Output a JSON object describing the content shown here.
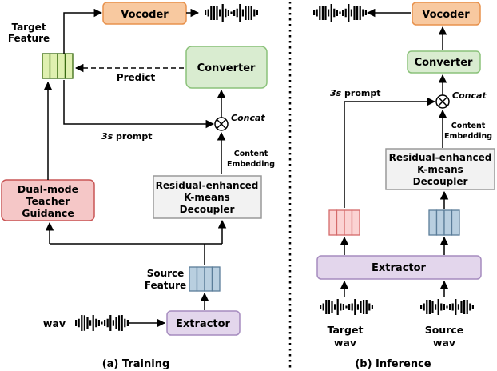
{
  "colors": {
    "vocoder_fill": "#f8c9a0",
    "vocoder_stroke": "#e8924d",
    "converter_fill": "#d9ecd0",
    "converter_stroke": "#8bc27a",
    "target_fill": "#dff0b0",
    "target_stroke": "#3a6b12",
    "teacher_fill": "#f5c7c7",
    "teacher_stroke": "#c95757",
    "decoupler_fill": "#f2f2f2",
    "decoupler_stroke": "#999999",
    "extractor_fill": "#e3d6ec",
    "extractor_stroke": "#a68cbf",
    "source_fill": "#b9cfe0",
    "source_stroke": "#5b7d99",
    "target_inf_fill": "#fbd3d3",
    "target_inf_stroke": "#d46a6a"
  },
  "training": {
    "vocoder": "Vocoder",
    "target_feature_line1": "Target",
    "target_feature_line2": "Feature",
    "predict": "Predict",
    "converter": "Converter",
    "concat": "Concat",
    "prompt_prefix": "3s",
    "prompt_suffix": " prompt",
    "content_line1": "Content",
    "content_line2": "Embedding",
    "teacher_line1": "Dual-mode",
    "teacher_line2": "Teacher",
    "teacher_line3": "Guidance",
    "decoupler_line1": "Residual-enhanced",
    "decoupler_line2": "K-means",
    "decoupler_line3": "Decoupler",
    "source_feature_line1": "Source",
    "source_feature_line2": "Feature",
    "wav": "wav",
    "extractor": "Extractor",
    "caption": "(a) Training"
  },
  "inference": {
    "vocoder": "Vocoder",
    "converter": "Converter",
    "concat": "Concat",
    "prompt_prefix": "3s",
    "prompt_suffix": " prompt",
    "content_line1": "Content",
    "content_line2": "Embedding",
    "decoupler_line1": "Residual-enhanced",
    "decoupler_line2": "K-means",
    "decoupler_line3": "Decoupler",
    "extractor": "Extractor",
    "target_wav_line1": "Target",
    "target_wav_line2": "wav",
    "source_wav_line1": "Source",
    "source_wav_line2": "wav",
    "caption": "(b) Inference"
  }
}
